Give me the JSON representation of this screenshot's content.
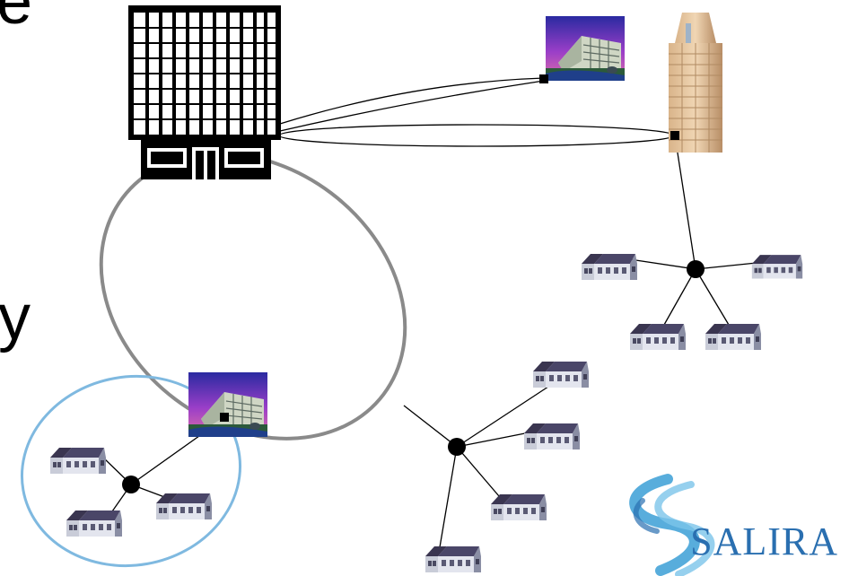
{
  "slide": {
    "fragment_top": "e",
    "fragment_mid": "y"
  },
  "logo": {
    "text": "SALIRA",
    "color": "#2a6fb0",
    "swirl_color": "#3b9fd6"
  },
  "colors": {
    "ring": "#8a8a8a",
    "access_ring": "#7fb9e0",
    "link": "#000000",
    "hub": "#000000"
  },
  "icons": {
    "headquarters": "office-building-icon",
    "site": "campus-building-icon",
    "tower": "skyscraper-icon",
    "home": "house-icon"
  }
}
